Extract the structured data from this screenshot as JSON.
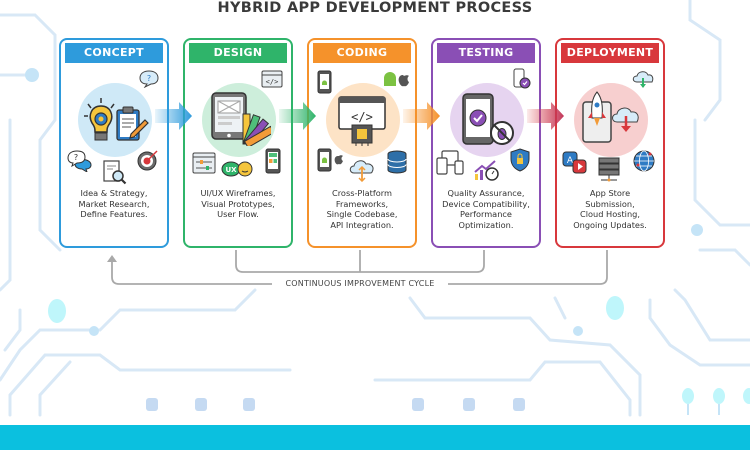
{
  "title": "HYBRID APP DEVELOPMENT PROCESS",
  "stages": [
    {
      "label": "CONCEPT",
      "color": "#2e9bdc",
      "circle_color": "#cfe9f7",
      "description": [
        "Idea & Strategy,",
        "Market Research,",
        "Define Features."
      ],
      "icons": [
        "lightbulb-gear-icon",
        "clipboard-pencil-icon",
        "question-bubble-icon",
        "chat-question-icon",
        "document-search-icon",
        "target-icon"
      ]
    },
    {
      "label": "DESIGN",
      "color": "#2fb46a",
      "circle_color": "#cdeedb",
      "description": [
        "UI/UX Wireframes,",
        "Visual Prototypes,",
        "User Flow."
      ],
      "icons": [
        "tablet-wireframe-icon",
        "color-swatch-icon",
        "code-window-icon",
        "sliders-icon",
        "ux-chat-icon",
        "phone-layout-icon"
      ]
    },
    {
      "label": "CODING",
      "color": "#f5922b",
      "circle_color": "#fde3c6",
      "description": [
        "Cross-Platform",
        "Frameworks,",
        "Single Codebase,",
        "API Integration."
      ],
      "icons": [
        "code-window-chip-icon",
        "android-phone-icon",
        "android-apple-icon",
        "phone-android-apple-icon",
        "cloud-sync-icon",
        "database-icon"
      ]
    },
    {
      "label": "TESTING",
      "color": "#8a4fb5",
      "circle_color": "#e6d4f0",
      "description": [
        "Quality Assurance,",
        "Device Compatibility,",
        "Performance",
        "Optimization."
      ],
      "icons": [
        "phone-check-icon",
        "no-bug-icon",
        "phone-check-small-icon",
        "devices-icon",
        "performance-chart-icon",
        "security-shield-icon"
      ]
    },
    {
      "label": "DEPLOYMENT",
      "color": "#d8383c",
      "circle_color": "#f7cfcf",
      "description": [
        "App Store",
        "Submission,",
        "Cloud Hosting,",
        "Ongoing Updates."
      ],
      "icons": [
        "rocket-phone-icon",
        "cloud-download-icon",
        "cloud-download-small-icon",
        "app-store-icon",
        "server-icon",
        "globe-icon"
      ]
    }
  ],
  "cycle_label": "CONTINUOUS IMPROVEMENT CYCLE",
  "colors": {
    "bottom_bar": "#0bc0df",
    "circuit": "#d6e8f7",
    "cycle_line": "#a9a9a9"
  }
}
